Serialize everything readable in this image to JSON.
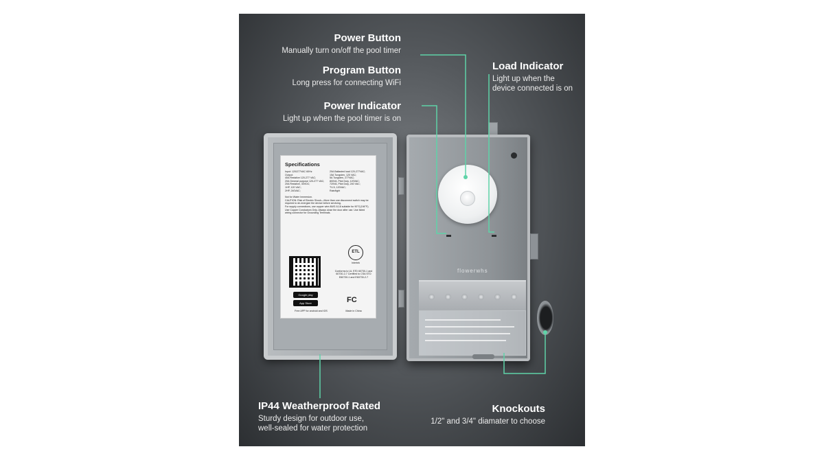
{
  "annotations": {
    "power_button": {
      "title": "Power Button",
      "desc": "Manually turn on/off the pool timer"
    },
    "program_button": {
      "title": "Program Button",
      "desc": "Long press for connecting WiFi"
    },
    "power_indicator": {
      "title": "Power Indicator",
      "desc": "Light up when the pool timer is on"
    },
    "load_indicator": {
      "title": "Load Indicator",
      "desc_line1": "Light up when the",
      "desc_line2": "device connected is on"
    },
    "weatherproof": {
      "title": "IP44 Weatherproof Rated",
      "desc_line1": "Sturdy design for outdoor use,",
      "desc_line2": "well-sealed for water protection"
    },
    "knockouts": {
      "title": "Knockouts",
      "desc": "1/2\" and 3/4\" diamater to choose"
    }
  },
  "device": {
    "brand": "flowerwhs",
    "label_card": {
      "title": "Specifications",
      "left_col": [
        "Input: 120/277VAC 60Hz",
        "Output:",
        "40A Resistive 120-277 VAC;",
        "20A General purpose 120-277 VAC;",
        "20A Resistive, 30VDC;",
        "1HP, 120 VAC;",
        "2HP, 240VAC;"
      ],
      "right_col": [
        "20A Ballasted load 120-277VAC;",
        "15A Tungsten, 120 VAC;",
        "5A Tungsten, 277VAC;",
        "800VA, Pilot Duty, 120VAC;",
        "720VA, Pilot Duty, 240 VAC;",
        "TV-5, 120VAC;",
        "Rain/tight"
      ],
      "notes": [
        "Not for Water Immersion.",
        "CAUTION: Risk of Electric Shock—More than one disconnect switch may be required to de-energize the device before servicing.",
        "For supply connections, use copper wire AWG 8-18 suitable for 90°C(194°F).",
        "Use Copper Conductors Only. Always close the door after use. Use listed wiring connector for Grounding Terminals."
      ],
      "etl": "ETL",
      "etl_sub": "Intertek",
      "conformity": "Conforms to UL STD 60730-1 and 60730-2-7 Certified to CSA STD E60730-1 and E60730-2-7",
      "fc": "FC",
      "made_in": "Made in China",
      "google_play": "Google play",
      "app_store": "App Store",
      "free_app": "Free APP for android and IOS"
    }
  },
  "colors": {
    "panel_dark": "#2c2f32",
    "callout_line": "#5fd3a8",
    "title": "#ffffff"
  }
}
